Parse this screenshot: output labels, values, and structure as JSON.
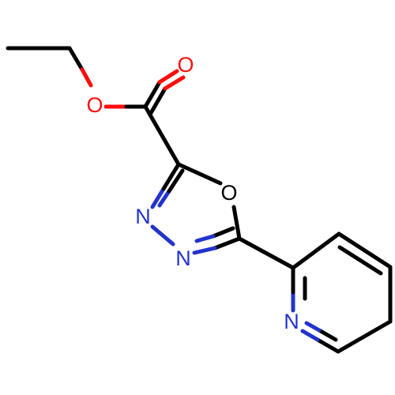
{
  "molecule": {
    "atoms": {
      "O_ester": {
        "label": "O",
        "color": "#ff0d0d"
      },
      "O_carbonyl": {
        "label": "O",
        "color": "#ff0d0d"
      },
      "O_ring": {
        "label": "O",
        "color": "#000000"
      },
      "N3": {
        "label": "N",
        "color": "#2233cc"
      },
      "N4": {
        "label": "N",
        "color": "#2233cc"
      },
      "N_pyridine": {
        "label": "N",
        "color": "#2233cc"
      }
    }
  }
}
